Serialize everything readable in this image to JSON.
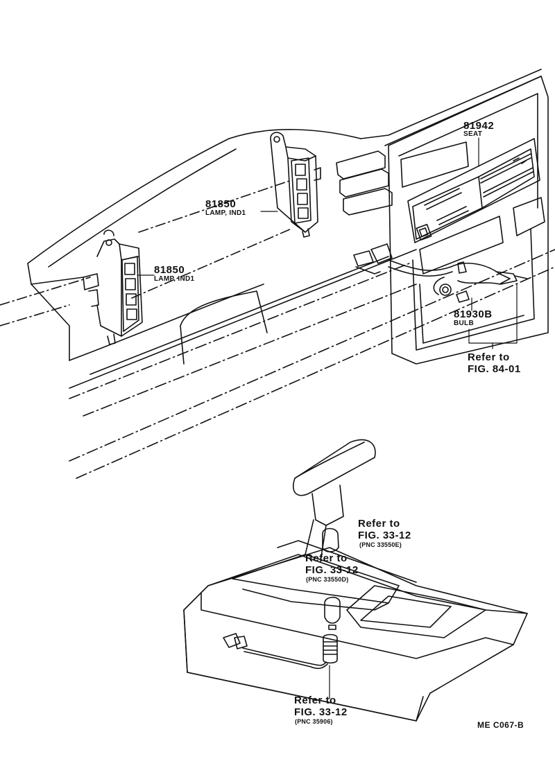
{
  "callouts": {
    "lamp_center": {
      "part_no": "81850",
      "name": "LAMP, IND1"
    },
    "lamp_left": {
      "part_no": "81850",
      "name": "LAMP, IND1"
    },
    "seat": {
      "part_no": "81942",
      "name": "SEAT"
    },
    "bulb": {
      "part_no": "81930B",
      "name": "BULB"
    }
  },
  "references": {
    "fig84": {
      "line1": "Refer to",
      "line2": "FIG. 84-01"
    },
    "fig33_e": {
      "line1": "Refer to",
      "line2": "FIG. 33-12",
      "pnc": "(PNC 33550E)"
    },
    "fig33_d": {
      "line1": "Refer to",
      "line2": "FIG. 33-12",
      "pnc": "(PNC 33550D)"
    },
    "fig33_906": {
      "line1": "Refer to",
      "line2": "FIG. 33-12",
      "pnc": "(PNC 35906)"
    }
  },
  "diagram_code": "ME  C067-B",
  "colors": {
    "ink": "#111111",
    "paper": "#ffffff"
  }
}
